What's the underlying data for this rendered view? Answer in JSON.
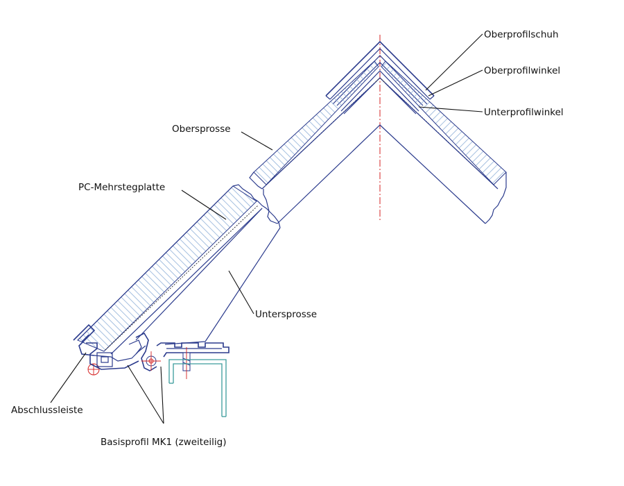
{
  "labels": {
    "oberprofilschuh": "Oberprofilschuh",
    "oberprofilwinkel": "Oberprofilwinkel",
    "unterprofilwinkel": "Unterprofilwinkel",
    "obersprosse": "Obersprosse",
    "pc_mehrstegplatte": "PC-Mehrstegplatte",
    "untersprosse": "Untersprosse",
    "abschlussleiste": "Abschlussleiste",
    "basisprofil": "Basisprofil MK1 (zweiteilig)"
  },
  "colors": {
    "profile": "#2a3a8c",
    "hatch": "#8fb0d8",
    "axis": "#d42020",
    "gutter": "#3a9c9c",
    "text": "#111111"
  }
}
